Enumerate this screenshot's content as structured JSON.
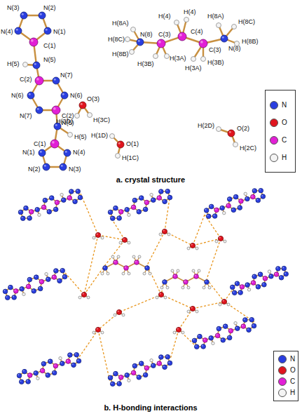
{
  "diagram": {
    "labels": [
      "N(3)",
      "N(2)",
      "N(4)",
      "N(1)",
      "C(1)",
      "H(5)",
      "N(5)",
      "C(2)",
      "N(7)",
      "N(6)",
      "N(6)",
      "C(2)",
      "N(7)",
      "N(5)",
      "H(5)",
      "C(1)",
      "N(1)",
      "N(4)",
      "N(2)",
      "N(3)",
      "H(8A)",
      "H(8C)",
      "H(8B)",
      "N(8)",
      "C(3)",
      "H(3B)",
      "H(3A)",
      "H(4)",
      "H(4)",
      "C(4)",
      "H(3A)",
      "H(3B)",
      "C(3)",
      "H(8A)",
      "H(8C)",
      "N(8)",
      "H(8B)",
      "O(3)",
      "H(3D)",
      "H(3C)",
      "O(1)",
      "H(1D)",
      "H(1C)",
      "O(2)",
      "H(2D)",
      "H(2C)",
      "a. crystal structure",
      "b. H-bonding interactions"
    ],
    "legend": [
      {
        "text": "N",
        "color": "#2a3ee0"
      },
      {
        "text": "O",
        "color": "#e0141e"
      },
      {
        "text": "C",
        "color": "#e21fd6"
      },
      {
        "text": "H",
        "color": "#f4f4f4"
      },
      {
        "text": "N",
        "color": "#2a3ee0"
      },
      {
        "text": "O",
        "color": "#e0141e"
      },
      {
        "text": "C",
        "color": "#e21fd6"
      },
      {
        "text": "H",
        "color": "#f4f4f4"
      }
    ]
  }
}
